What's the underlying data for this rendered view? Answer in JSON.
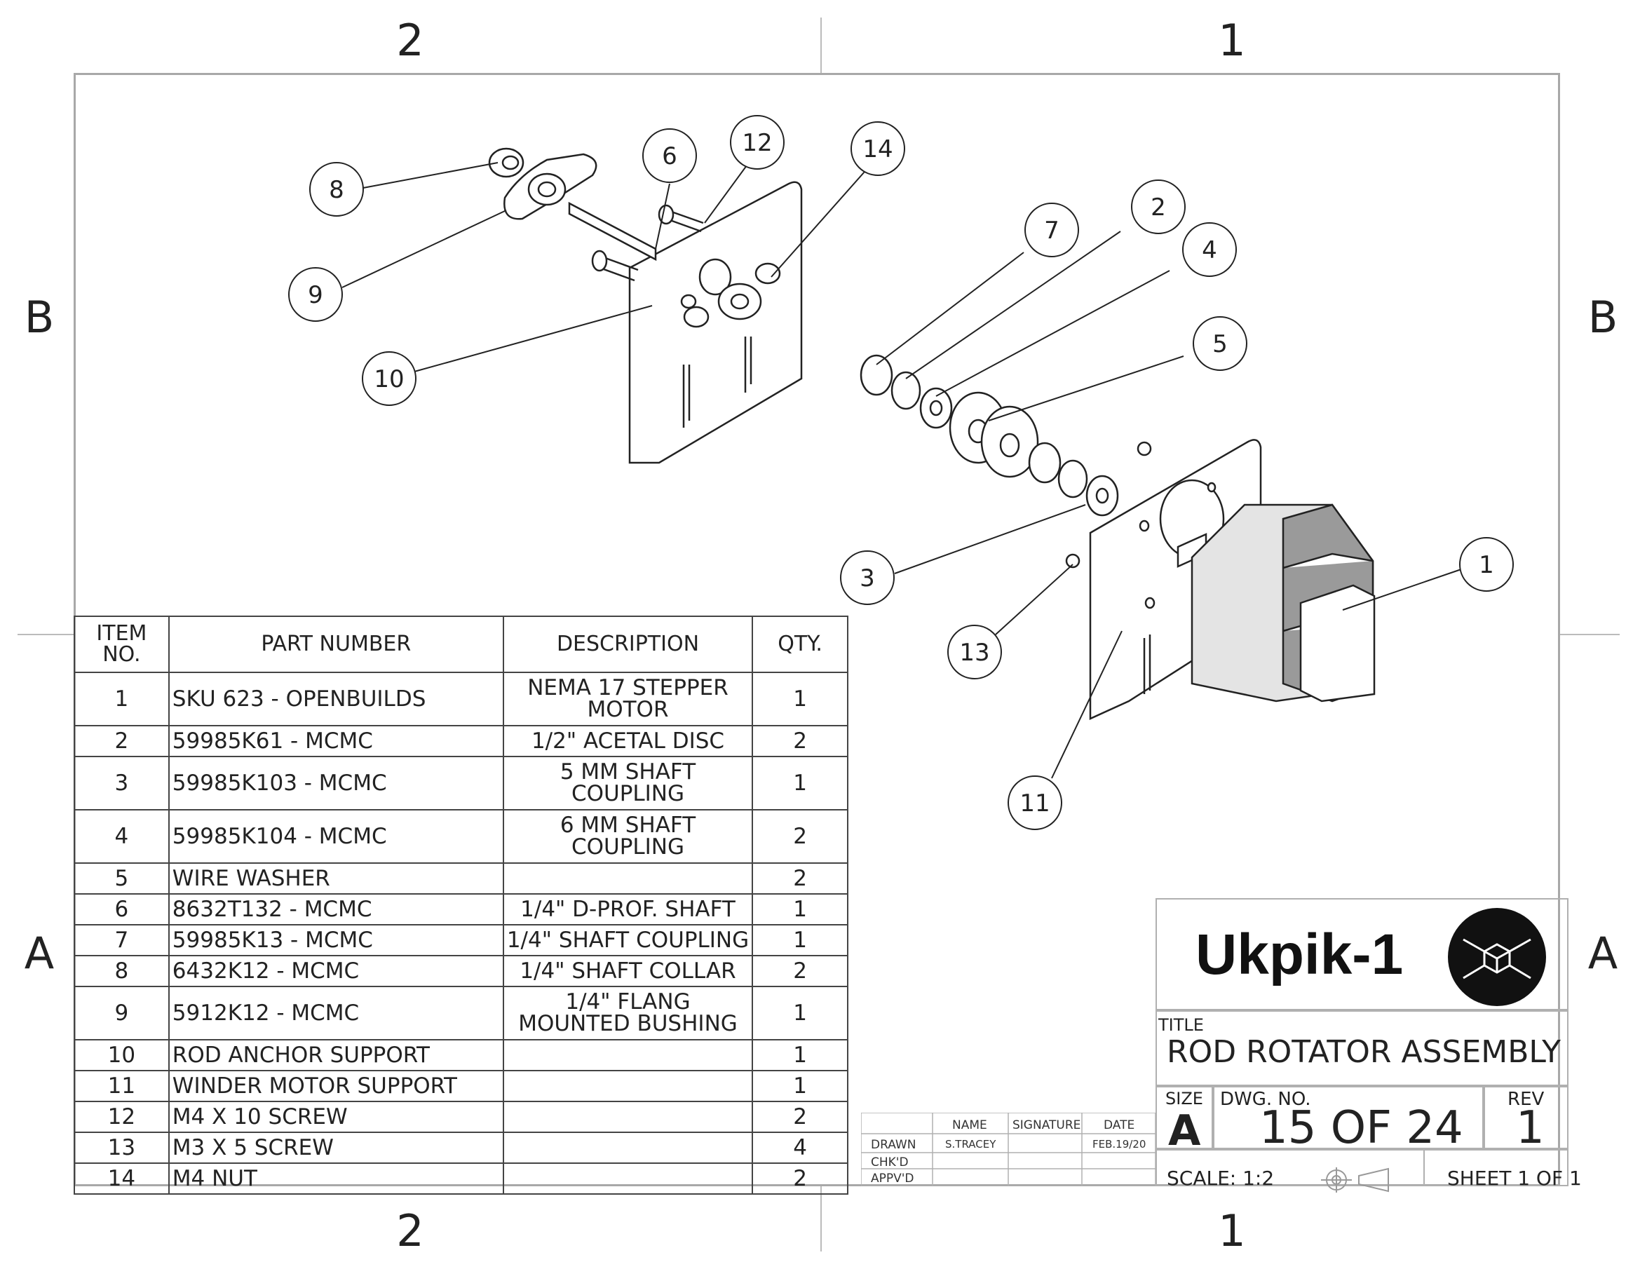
{
  "zones": {
    "top_left": "2",
    "top_right": "1",
    "bottom_left": "2",
    "bottom_right": "1",
    "left_upper": "B",
    "left_lower": "A",
    "right_upper": "B",
    "right_lower": "A"
  },
  "balloons": [
    "8",
    "9",
    "10",
    "6",
    "12",
    "14",
    "7",
    "2",
    "4",
    "5",
    "3",
    "13",
    "1",
    "11"
  ],
  "bom": {
    "headers": {
      "item": "ITEM NO.",
      "part": "PART NUMBER",
      "desc": "DESCRIPTION",
      "qty": "QTY."
    },
    "rows": [
      {
        "item": "1",
        "part": "SKU 623 - OPENBUILDS",
        "desc": "NEMA 17 STEPPER MOTOR",
        "qty": "1"
      },
      {
        "item": "2",
        "part": "59985K61 - MCMC",
        "desc": "1/2\" ACETAL DISC",
        "qty": "2"
      },
      {
        "item": "3",
        "part": "59985K103 - MCMC",
        "desc": "5 MM SHAFT COUPLING",
        "qty": "1"
      },
      {
        "item": "4",
        "part": "59985K104 - MCMC",
        "desc": "6 MM SHAFT COUPLING",
        "qty": "2"
      },
      {
        "item": "5",
        "part": "WIRE WASHER",
        "desc": "",
        "qty": "2"
      },
      {
        "item": "6",
        "part": "8632T132 - MCMC",
        "desc": "1/4\" D-PROF. SHAFT",
        "qty": "1"
      },
      {
        "item": "7",
        "part": "59985K13 - MCMC",
        "desc": "1/4\" SHAFT COUPLING",
        "qty": "1"
      },
      {
        "item": "8",
        "part": "6432K12 - MCMC",
        "desc": "1/4\" SHAFT COLLAR",
        "qty": "2"
      },
      {
        "item": "9",
        "part": "5912K12 - MCMC",
        "desc": "1/4\" FLANG MOUNTED BUSHING",
        "qty": "1"
      },
      {
        "item": "10",
        "part": "ROD ANCHOR SUPPORT",
        "desc": "",
        "qty": "1"
      },
      {
        "item": "11",
        "part": "WINDER MOTOR SUPPORT",
        "desc": "",
        "qty": "1"
      },
      {
        "item": "12",
        "part": "M4 X 10 SCREW",
        "desc": "",
        "qty": "2"
      },
      {
        "item": "13",
        "part": "M3 X 5 SCREW",
        "desc": "",
        "qty": "4"
      },
      {
        "item": "14",
        "part": "M4 NUT",
        "desc": "",
        "qty": "2"
      }
    ]
  },
  "signoff": {
    "col_name": "NAME",
    "col_signature": "SIGNATURE",
    "col_date": "DATE",
    "drawn_label": "DRAWN",
    "drawn_name": "S.TRACEY",
    "drawn_date": "FEB.19/20",
    "checked_label": "CHK'D",
    "approved_label": "APPV'D"
  },
  "title_block": {
    "logo_text": "Ukpik-1",
    "title_label": "TITLE",
    "title": "ROD ROTATOR ASSEMBLY",
    "size_label": "SIZE",
    "size": "A",
    "dwg_label": "DWG. NO.",
    "dwg_no": "15 OF 24",
    "rev_label": "REV",
    "rev": "1",
    "scale": "SCALE: 1:2",
    "sheet": "SHEET 1 OF 1"
  }
}
